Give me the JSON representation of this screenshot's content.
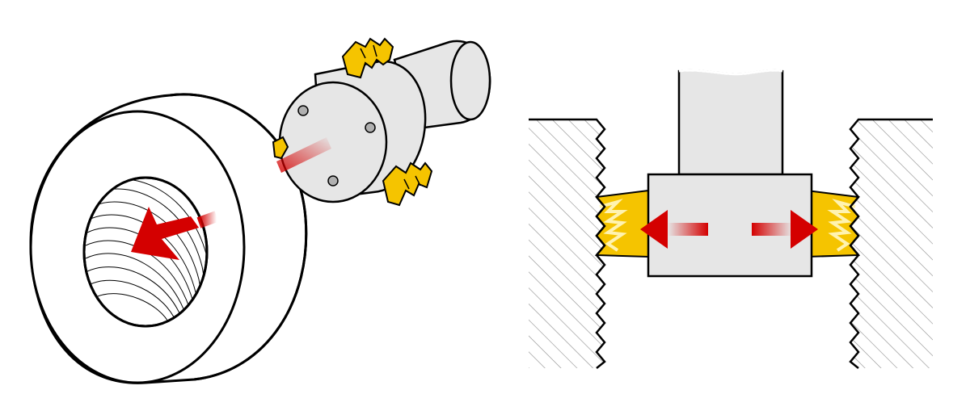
{
  "figure": {
    "panels": [
      {
        "id": "isometric-view",
        "parts": [
          "workpiece-ring",
          "internal-thread",
          "thread-mill-cutter",
          "cutter-shank",
          "carbide-insert"
        ]
      },
      {
        "id": "cross-section-view",
        "parts": [
          "tool-shank",
          "cutter-body",
          "carbide-insert",
          "internal-thread-wall"
        ]
      }
    ],
    "colors": {
      "outline": "#000000",
      "tool_body": "#e6e6e6",
      "insert": "#f5c400",
      "insert_highlight": "#fff3b0",
      "arrow": "#d40000",
      "hatch": "#8c8c8c",
      "background": "#ffffff"
    },
    "icons": [
      "feed-arrow-icon",
      "radial-arrow-icon"
    ]
  }
}
